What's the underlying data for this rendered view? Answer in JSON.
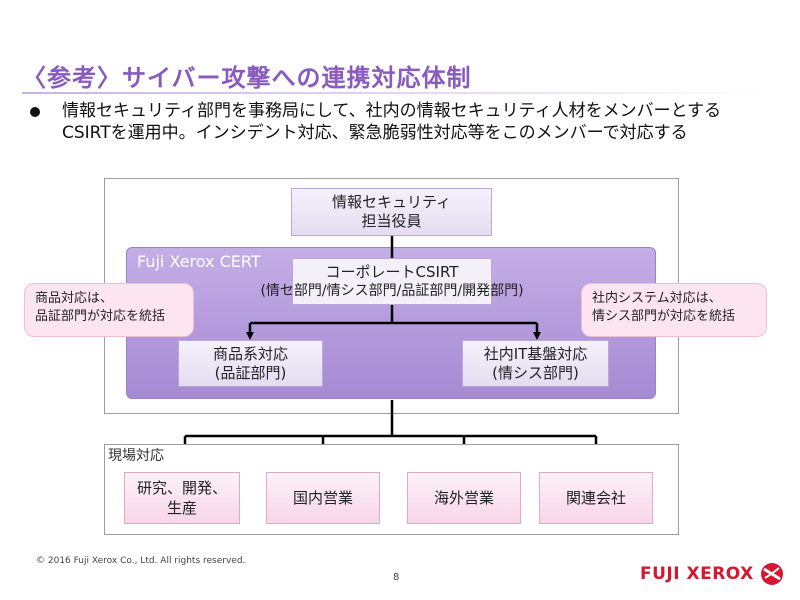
{
  "slide": {
    "title": "〈参考〉サイバー攻撃への連携対応体制",
    "bullet": "情報セキュリティ部門を事務局にして、社内の情報セキュリティ人材をメンバーとするCSIRTを運用中。インシデント対応、緊急脆弱性対応等をこのメンバーで対応する",
    "copyright": "© 2016 Fuji Xerox Co., Ltd. All rights reserved.",
    "page_number": "8",
    "logo_text": "FUJI XEROX"
  },
  "diagram": {
    "officer": {
      "line1": "情報セキュリティ",
      "line2": "担当役員"
    },
    "cert_label": "Fuji Xerox CERT",
    "corporate": {
      "line1": "コーポレートCSIRT",
      "line2": "(情セ部門/情シス部門/品証部門/開発部門)"
    },
    "product": {
      "line1": "商品系対応",
      "line2": "(品証部門)"
    },
    "infra": {
      "line1": "社内IT基盤対応",
      "line2": "(情シス部門)"
    },
    "callout_left": {
      "line1": "商品対応は、",
      "line2": "品証部門が対応を統括"
    },
    "callout_right": {
      "line1": "社内システム対応は、",
      "line2": "情シス部門が対応を統括"
    },
    "field_label": "現場対応",
    "field_units": [
      {
        "line1": "研究、開発、",
        "line2": "生産"
      },
      {
        "line1": "国内営業",
        "line2": ""
      },
      {
        "line1": "海外営業",
        "line2": ""
      },
      {
        "line1": "関連会社",
        "line2": ""
      }
    ]
  },
  "colors": {
    "title": "#8a5bbf",
    "cert_fill": "#b39ddb",
    "node_fill": "#ece6f6",
    "field_fill": "#fbe3f0",
    "callout_fill": "#fce4f0",
    "logo": "#d6172f"
  }
}
